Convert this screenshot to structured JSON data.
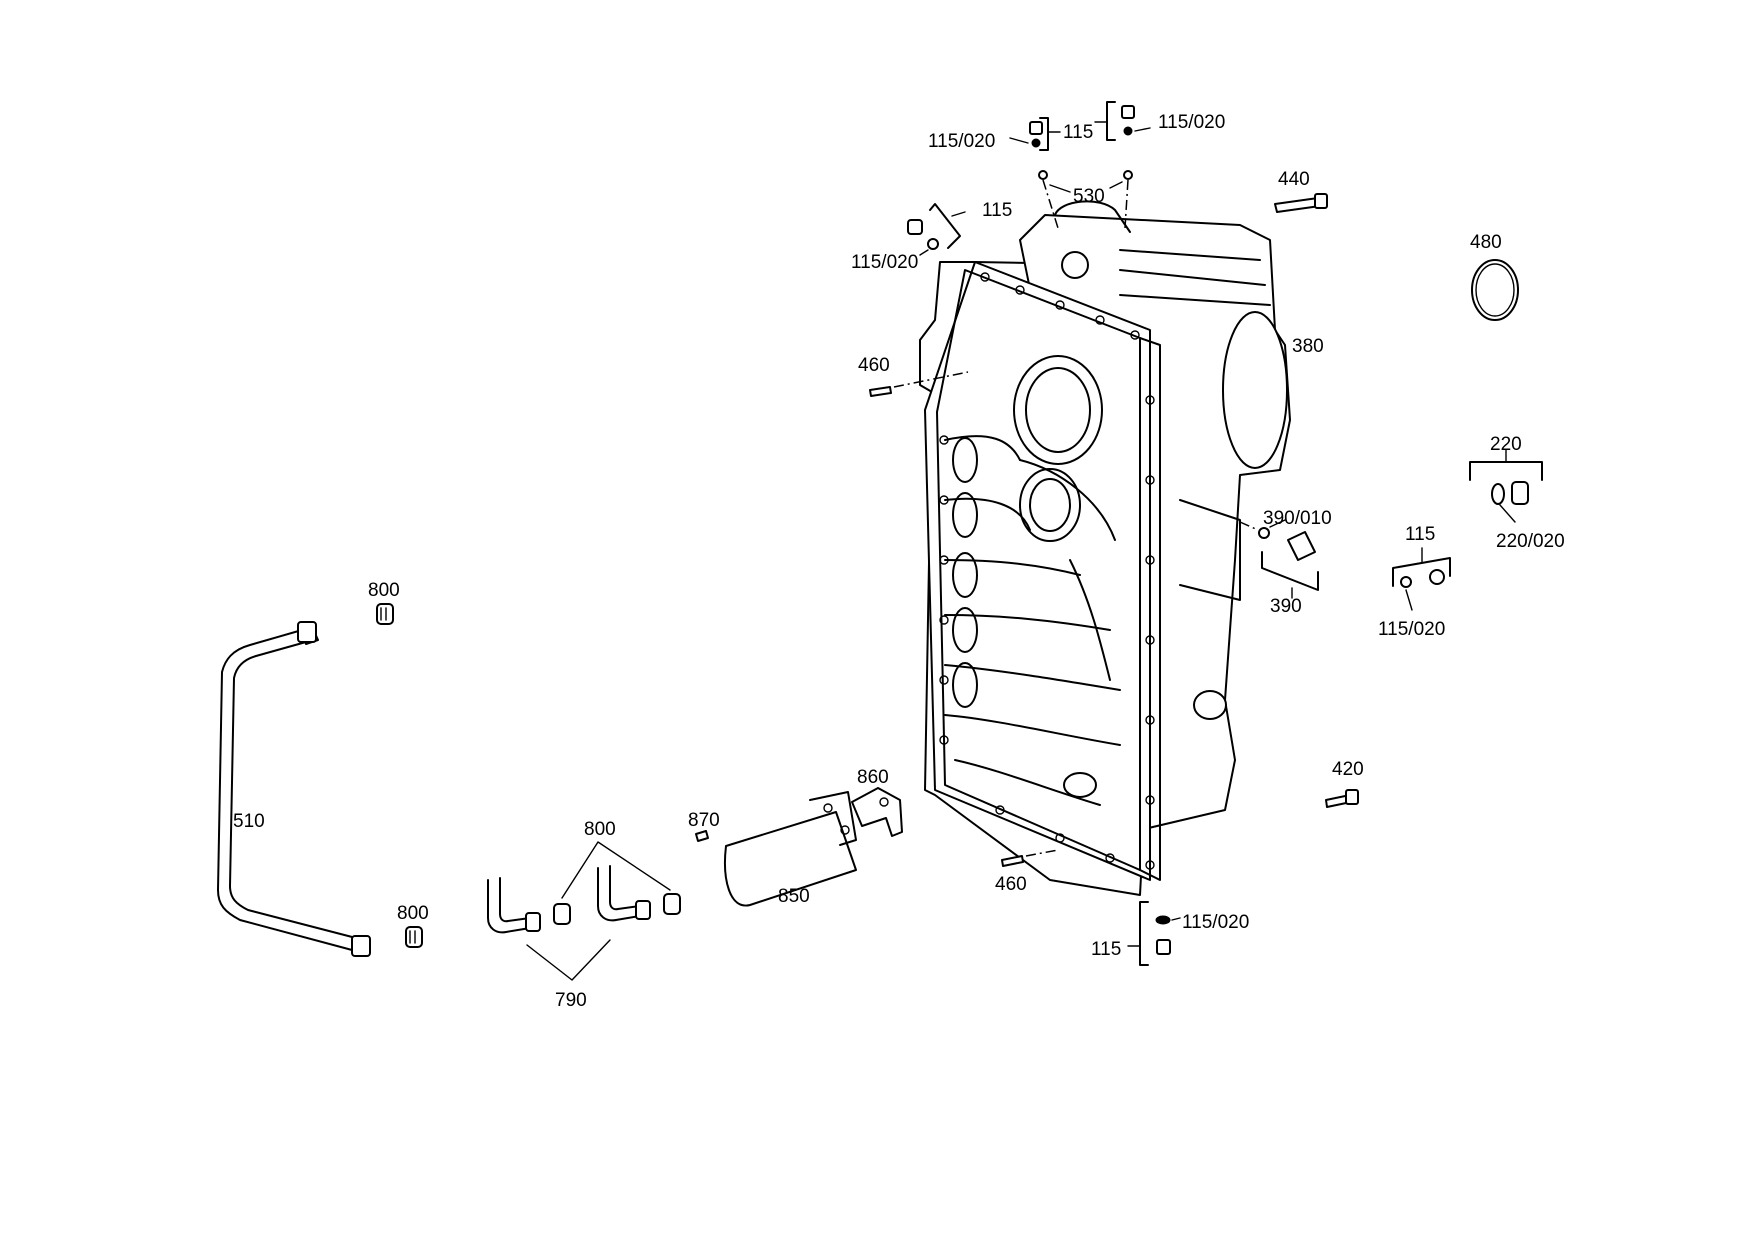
{
  "parts": {
    "p115020_top_left": "115/020",
    "p115_top_mid": "115",
    "p115020_top_right": "115/020",
    "p530": "530",
    "p115_upper_left": "115",
    "p115020_upper_left": "115/020",
    "p440": "440",
    "p480": "480",
    "p380": "380",
    "p460_upper": "460",
    "p220": "220",
    "p220020": "220/020",
    "p390010": "390/010",
    "p390": "390",
    "p115_right": "115",
    "p115020_right": "115/020",
    "p800_top": "800",
    "p510": "510",
    "p800_mid": "800",
    "p800_low": "800",
    "p790": "790",
    "p870": "870",
    "p860": "860",
    "p850": "850",
    "p420": "420",
    "p460_lower": "460",
    "p115020_bottom": "115/020",
    "p115_bottom": "115"
  }
}
